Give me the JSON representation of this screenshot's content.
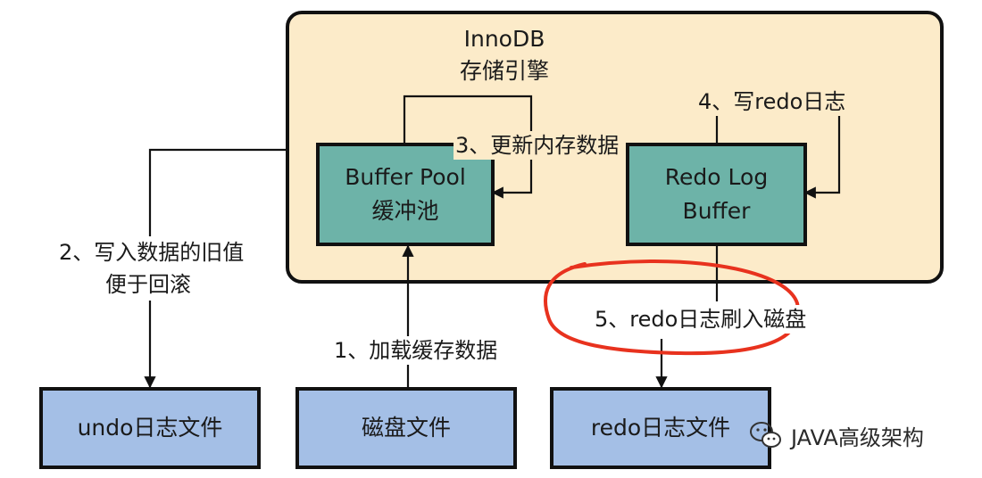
{
  "engine": {
    "title_line1": "InnoDB",
    "title_line2": "存储引擎"
  },
  "boxes": {
    "buffer_pool": "Buffer Pool\n缓冲池",
    "redo_log_buffer": "Redo Log\nBuffer",
    "undo_file": "undo日志文件",
    "disk_file": "磁盘文件",
    "redo_file": "redo日志文件"
  },
  "steps": {
    "step1": "1、加载缓存数据",
    "step2_line1": "2、写入数据的旧值",
    "step2_line2": "便于回滚",
    "step3": "3、更新内存数据",
    "step4": "4、写redo日志",
    "step5": "5、redo日志刷入磁盘"
  },
  "watermark": {
    "text": "JAVA高级架构",
    "icon": "wechat-icon"
  },
  "colors": {
    "engine_fill": "#fcebc9",
    "teal_box": "#6db3a8",
    "blue_box": "#a4bfe6",
    "highlight": "#e8321e"
  }
}
